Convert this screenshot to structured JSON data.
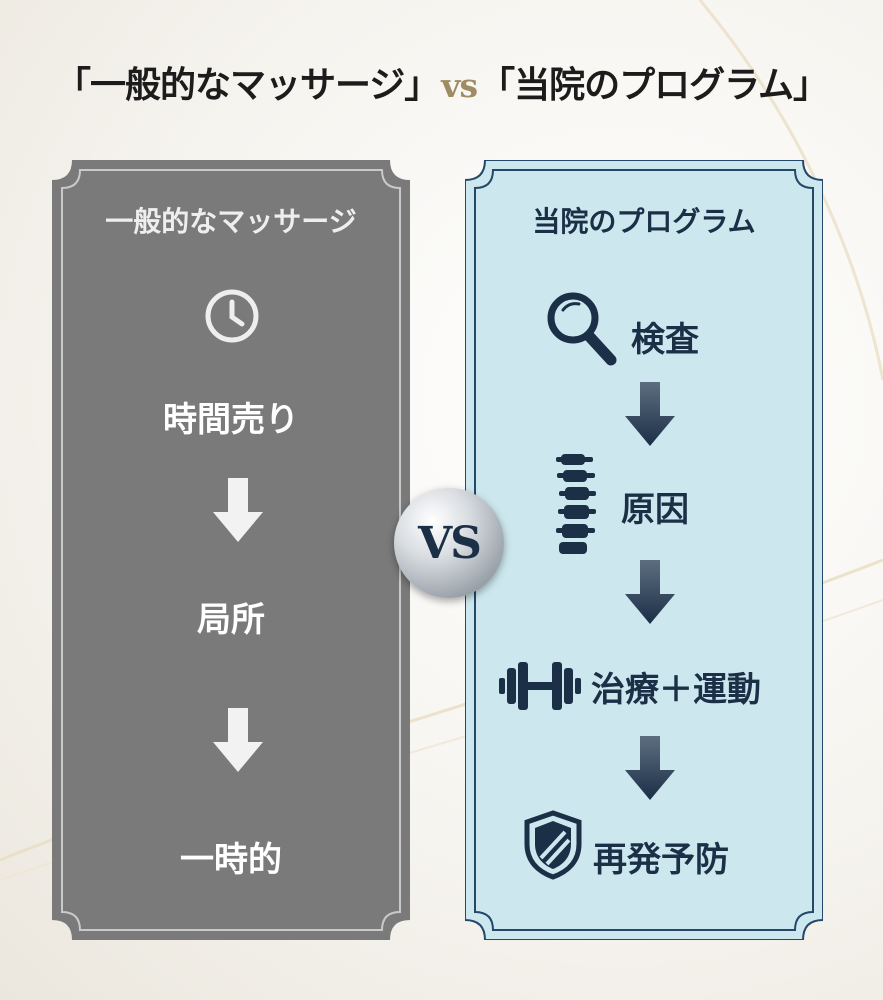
{
  "headline": {
    "left": "「一般的なマッサージ」",
    "vs": "vs",
    "right": "「当院のプログラム」"
  },
  "left_panel": {
    "title": "一般的なマッサージ",
    "steps": [
      "時間売り",
      "局所",
      "一時的"
    ],
    "icon": "clock-icon"
  },
  "right_panel": {
    "title": "当院のプログラム",
    "steps": [
      "検査",
      "原因",
      "治療＋運動",
      "再発予防"
    ],
    "icons": [
      "magnifier-icon",
      "spine-icon",
      "dumbbell-icon",
      "shield-icon"
    ]
  },
  "vs_badge": "VS",
  "colors": {
    "left_panel_bg": "#7a7a7a",
    "right_panel_bg": "#cce8ee",
    "navy": "#1b2f47",
    "gold": "#a08c62"
  }
}
